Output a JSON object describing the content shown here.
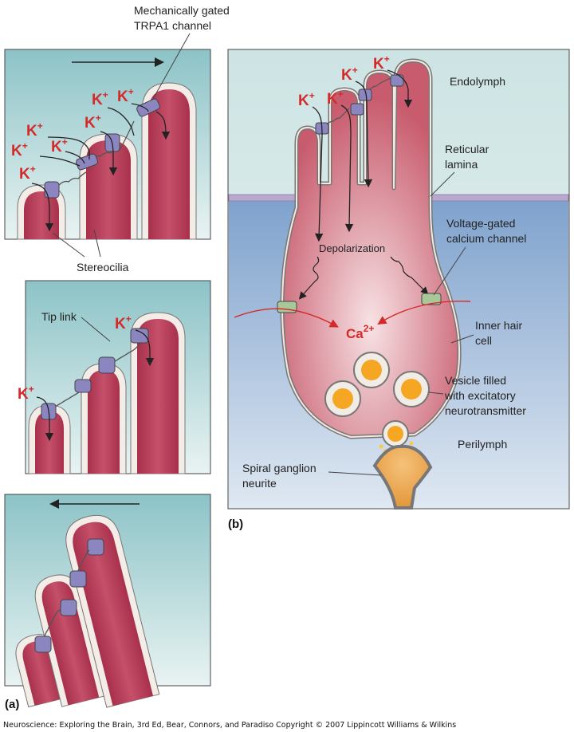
{
  "panel_a": {
    "tag": "(a)",
    "top_label_line1": "Mechanically gated",
    "top_label_line2": "TRPA1 channel",
    "stereocilia_label": "Stereocilia",
    "tip_link_label": "Tip link",
    "ion_k": "K",
    "ion_charge": "+"
  },
  "panel_b": {
    "tag": "(b)",
    "endolymph": "Endolymph",
    "reticular_line1": "Reticular",
    "reticular_line2": "lamina",
    "vgcc_line1": "Voltage-gated",
    "vgcc_line2": "calcium channel",
    "depolarization": "Depolarization",
    "calcium": "Ca",
    "calcium_charge": "2+",
    "inner_hair_line1": "Inner hair",
    "inner_hair_line2": "cell",
    "vesicle_line1": "Vesicle filled",
    "vesicle_line2": "with excitatory",
    "vesicle_line3": "neurotransmitter",
    "perilymph": "Perilymph",
    "spiral_line1": "Spiral ganglion",
    "spiral_line2": "neurite"
  },
  "credit": "Neuroscience: Exploring the Brain, 3rd Ed, Bear, Connors, and Paradiso Copyright © 2007 Lippincott Williams & Wilkins",
  "colors": {
    "teal_top": "#8fc6c9",
    "blue_fluid": "#9db7d6",
    "cilia_red": "#b9405a",
    "ion_red": "#d42a2a",
    "channel_purple": "#8c86c0"
  }
}
